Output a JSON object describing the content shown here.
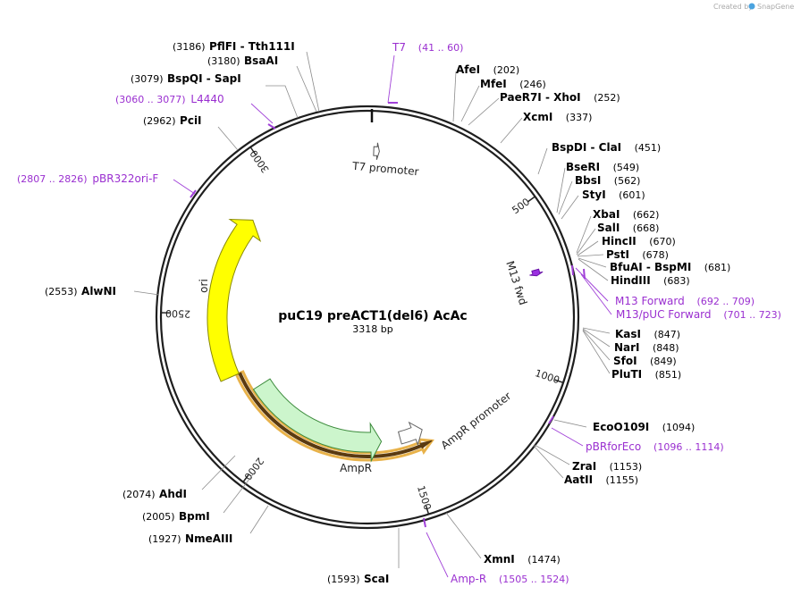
{
  "credit": {
    "prefix": "Created by",
    "brand": "SnapGene"
  },
  "plasmid": {
    "name": "puC19 preACT1(del6) AcAc",
    "size_label": "3318 bp",
    "length": 3318
  },
  "ticks": [
    {
      "bp": 500,
      "label": "500"
    },
    {
      "bp": 1000,
      "label": "1000"
    },
    {
      "bp": 1500,
      "label": "1500"
    },
    {
      "bp": 2000,
      "label": "2000"
    },
    {
      "bp": 2500,
      "label": "2500"
    },
    {
      "bp": 3000,
      "label": "3000"
    }
  ],
  "features": [
    {
      "name": "T7 promoter",
      "start": 20,
      "end": 38,
      "color": "#ffffff"
    },
    {
      "name": "M13 fwd",
      "start": 685,
      "end": 703,
      "color": "#9b30e0"
    },
    {
      "name": "AmpR promoter",
      "start": 1420,
      "end": 1520,
      "color": "#ffffff"
    },
    {
      "name": "AmpR",
      "start": 1600,
      "end": 2190,
      "color": "#ccf5cc"
    },
    {
      "name": "ori",
      "start": 2270,
      "end": 2860,
      "color": "#ffff00"
    }
  ],
  "orf": {
    "start": 1405,
    "end": 2270,
    "color": "#e8b24a"
  },
  "enzymes": [
    {
      "name": "PflFI",
      "name2": "Tth111I",
      "pos": "(3186)"
    },
    {
      "name": "BsaAI",
      "pos": "(3180)"
    },
    {
      "name": "BspQI",
      "name2": "SapI",
      "pos": "(3079)"
    },
    {
      "name": "PciI",
      "pos": "(2962)"
    },
    {
      "name": "AlwNI",
      "pos": "(2553)"
    },
    {
      "name": "AhdI",
      "pos": "(2074)"
    },
    {
      "name": "BpmI",
      "pos": "(2005)"
    },
    {
      "name": "NmeAIII",
      "pos": "(1927)"
    },
    {
      "name": "ScaI",
      "pos": "(1593)"
    },
    {
      "name": "AfeI",
      "pos": "(202)"
    },
    {
      "name": "MfeI",
      "pos": "(246)"
    },
    {
      "name": "PaeR7I",
      "name2": "XhoI",
      "pos": "(252)"
    },
    {
      "name": "XcmI",
      "pos": "(337)"
    },
    {
      "name": "BspDI",
      "name2": "ClaI",
      "pos": "(451)"
    },
    {
      "name": "BseRI",
      "pos": "(549)"
    },
    {
      "name": "BbsI",
      "pos": "(562)"
    },
    {
      "name": "StyI",
      "pos": "(601)"
    },
    {
      "name": "XbaI",
      "pos": "(662)"
    },
    {
      "name": "SalI",
      "pos": "(668)"
    },
    {
      "name": "HincII",
      "pos": "(670)"
    },
    {
      "name": "PstI",
      "pos": "(678)"
    },
    {
      "name": "BfuAI",
      "name2": "BspMI",
      "pos": "(681)"
    },
    {
      "name": "HindIII",
      "pos": "(683)"
    },
    {
      "name": "KasI",
      "pos": "(847)"
    },
    {
      "name": "NarI",
      "pos": "(848)"
    },
    {
      "name": "SfoI",
      "pos": "(849)"
    },
    {
      "name": "PluTI",
      "pos": "(851)"
    },
    {
      "name": "EcoO109I",
      "pos": "(1094)"
    },
    {
      "name": "ZraI",
      "pos": "(1153)"
    },
    {
      "name": "AatII",
      "pos": "(1155)"
    },
    {
      "name": "XmnI",
      "pos": "(1474)"
    }
  ],
  "primers": [
    {
      "name": "T7",
      "range": "(41 .. 60)"
    },
    {
      "name": "L4440",
      "range": "(3060 .. 3077)"
    },
    {
      "name": "pBR322ori-F",
      "range": "(2807 .. 2826)"
    },
    {
      "name": "M13 Forward",
      "range": "(692 .. 709)"
    },
    {
      "name": "M13/pUC Forward",
      "range": "(701 .. 723)"
    },
    {
      "name": "pBRforEco",
      "range": "(1096 .. 1114)"
    },
    {
      "name": "Amp-R",
      "range": "(1505 .. 1524)"
    }
  ]
}
